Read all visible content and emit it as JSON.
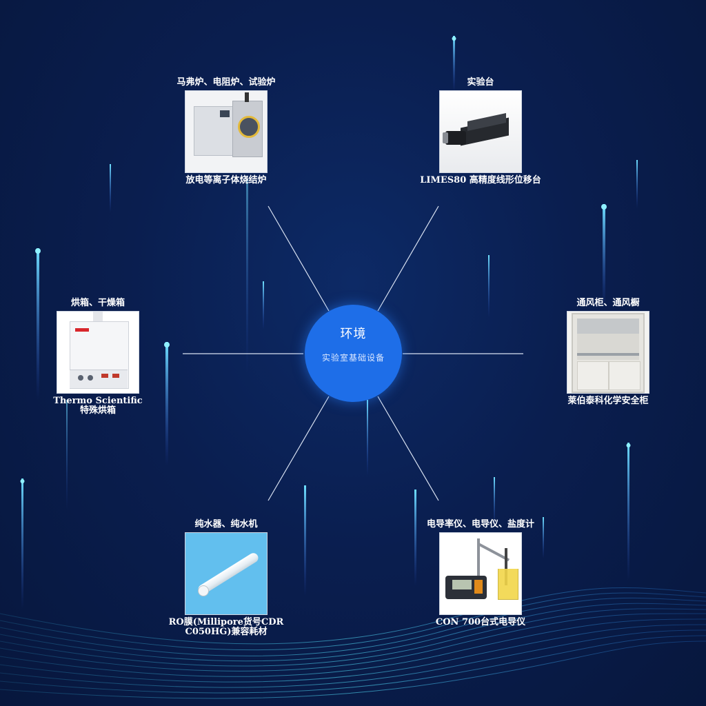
{
  "center": {
    "title": "环境",
    "subtitle": "实验室基础设备"
  },
  "nodes": [
    {
      "id": "furnace",
      "category": "马弗炉、电阻炉、试验炉",
      "product": "放电等离子体烧结炉",
      "image_icon": "furnace-photo"
    },
    {
      "id": "stage",
      "category": "实验台",
      "product": "LIMES80 高精度线形位移台",
      "image_icon": "linear-stage-photo"
    },
    {
      "id": "oven",
      "category": "烘箱、干燥箱",
      "product": "Thermo Scientific\n特殊烘箱",
      "image_icon": "oven-photo"
    },
    {
      "id": "fume-hood",
      "category": "通风柜、通风橱",
      "product": "莱伯泰科化学安全柜",
      "image_icon": "safety-cabinet-photo"
    },
    {
      "id": "water",
      "category": "纯水器、纯水机",
      "product": "RO膜(Millipore货号CDR\nC050HG)兼容耗材",
      "image_icon": "ro-membrane-photo"
    },
    {
      "id": "meter",
      "category": "电导率仪、电导仪、盐度计",
      "product": "CON 700台式电导仪",
      "image_icon": "conductivity-meter-photo"
    }
  ],
  "colors": {
    "background": "#0a1e4f",
    "center_circle": "#1e6ee8",
    "connector": "#d9e2f2",
    "glow_line": "#2ea8ff",
    "text": "#ffffff"
  }
}
